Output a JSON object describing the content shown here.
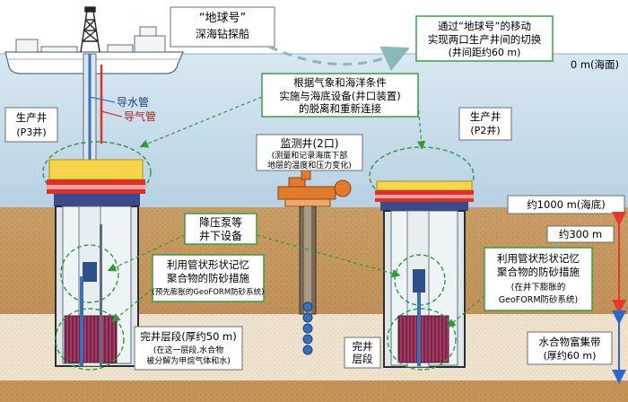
{
  "ship_label": {
    "line1": "“地球号”",
    "line2": "深海钻探船"
  },
  "switch_note": {
    "line1": "通过“地球号”的移动",
    "line2": "实现两口生产井间的切换",
    "line3": "(井间距约60 m)"
  },
  "sea_level": "0 m(海面)",
  "water_pipe": "导水管",
  "gas_pipe": "导气管",
  "p3_well": {
    "line1": "生产井",
    "line2": "(P3井)"
  },
  "p2_well": {
    "line1": "生产井",
    "line2": "(P2井)"
  },
  "disconnect_note": {
    "line1": "根据气象和海洋条件",
    "line2": "实施与海底设备(井口装置)",
    "line3": "的脱离和重新连接"
  },
  "monitor_well": {
    "line1": "监测井(2口)",
    "line2": "(测量和记录海底下部",
    "line3": "地层的温度和压力变化)"
  },
  "seabed_depth": "约1000 m(海底)",
  "depth_300": "约300 m",
  "pump_label": {
    "line1": "降压泵等",
    "line2": "井下设备"
  },
  "sand_left": {
    "line1": "利用管状形状记忆",
    "line2": "聚合物的防砂措施",
    "line3": "(预先膨胀的GeoFORM防砂系统)"
  },
  "sand_right": {
    "line1": "利用管状形状记忆",
    "line2": "聚合物的防砂措施",
    "line3": "(在井下膨胀的",
    "line4": "GeoFORM防砂系统)"
  },
  "completion_left": {
    "line1": "完井层段(厚约50 m)",
    "line2": "(在这一层段,水合物",
    "line3": "被分解为甲烷气体和水)"
  },
  "completion_mid": {
    "line1": "完井",
    "line2": "层段"
  },
  "hydrate_zone": {
    "line1": "水合物富集带",
    "line2": "(厚约60 m)"
  },
  "colors": {
    "sea": "#cfe2ef",
    "sediment": "#c79a63",
    "hydrate": "#efe3cf",
    "accent_green": "#2e9a3a",
    "arrow_teal": "#8ab9b9",
    "wellhead_yellow": "#f6d54a",
    "wellhead_red": "#d8332b",
    "depth_red": "#e23a2e",
    "depth_blue": "#2f66c9"
  }
}
